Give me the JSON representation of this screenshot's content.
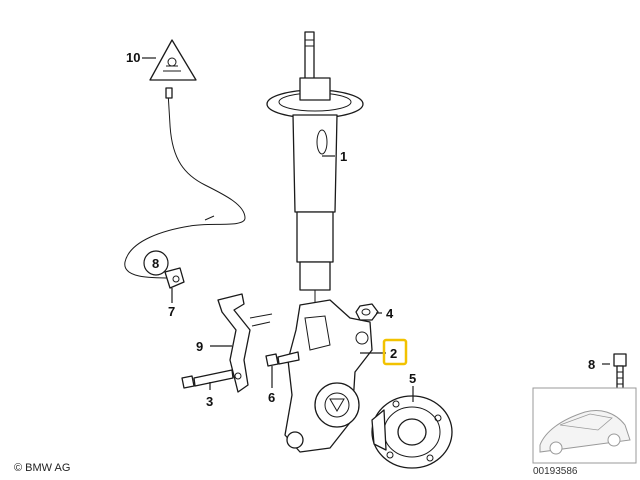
{
  "callouts": {
    "c1": "1",
    "c2": "2",
    "c3": "3",
    "c4": "4",
    "c5": "5",
    "c6": "6",
    "c7": "7",
    "c8": "8",
    "c9": "9",
    "c10": "10",
    "inset8": "8"
  },
  "footer": {
    "copyright": "© BMW AG",
    "doc_id": "00193586"
  },
  "highlight_color": "#f2c200"
}
